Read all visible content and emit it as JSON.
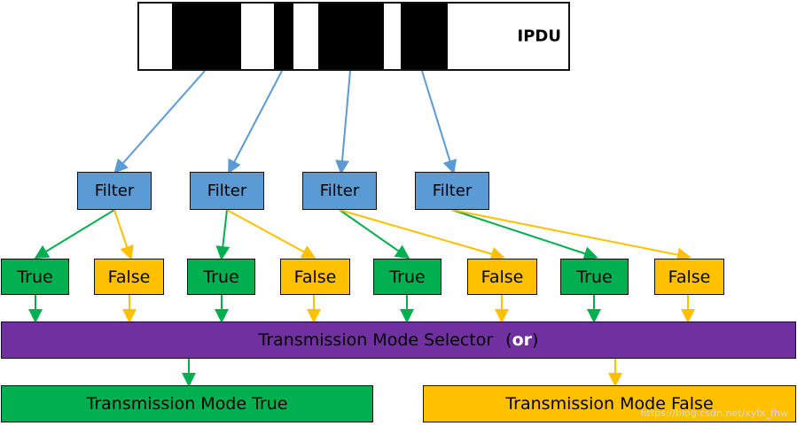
{
  "ipdu": {
    "label": "IPDU"
  },
  "filters": [
    {
      "label": "Filter"
    },
    {
      "label": "Filter"
    },
    {
      "label": "Filter"
    },
    {
      "label": "Filter"
    }
  ],
  "results": [
    {
      "label": "True"
    },
    {
      "label": "False"
    },
    {
      "label": "True"
    },
    {
      "label": "False"
    },
    {
      "label": "True"
    },
    {
      "label": "False"
    },
    {
      "label": "True"
    },
    {
      "label": "False"
    }
  ],
  "selector": {
    "label": "Transmission Mode Selector",
    "operator": "or",
    "open_paren": "(",
    "close_paren": ")"
  },
  "modes": {
    "true_label": "Transmission Mode True",
    "false_label": "Transmission Mode False"
  },
  "watermark": "https://blog.csdn.net/xyfx_fhw",
  "colors": {
    "filter": "#5b9bd5",
    "true": "#00b050",
    "false": "#ffc000",
    "selector": "#7030a0",
    "arrow_blue": "#5b9bd5",
    "arrow_green": "#00b050",
    "arrow_yellow": "#ffc000"
  }
}
